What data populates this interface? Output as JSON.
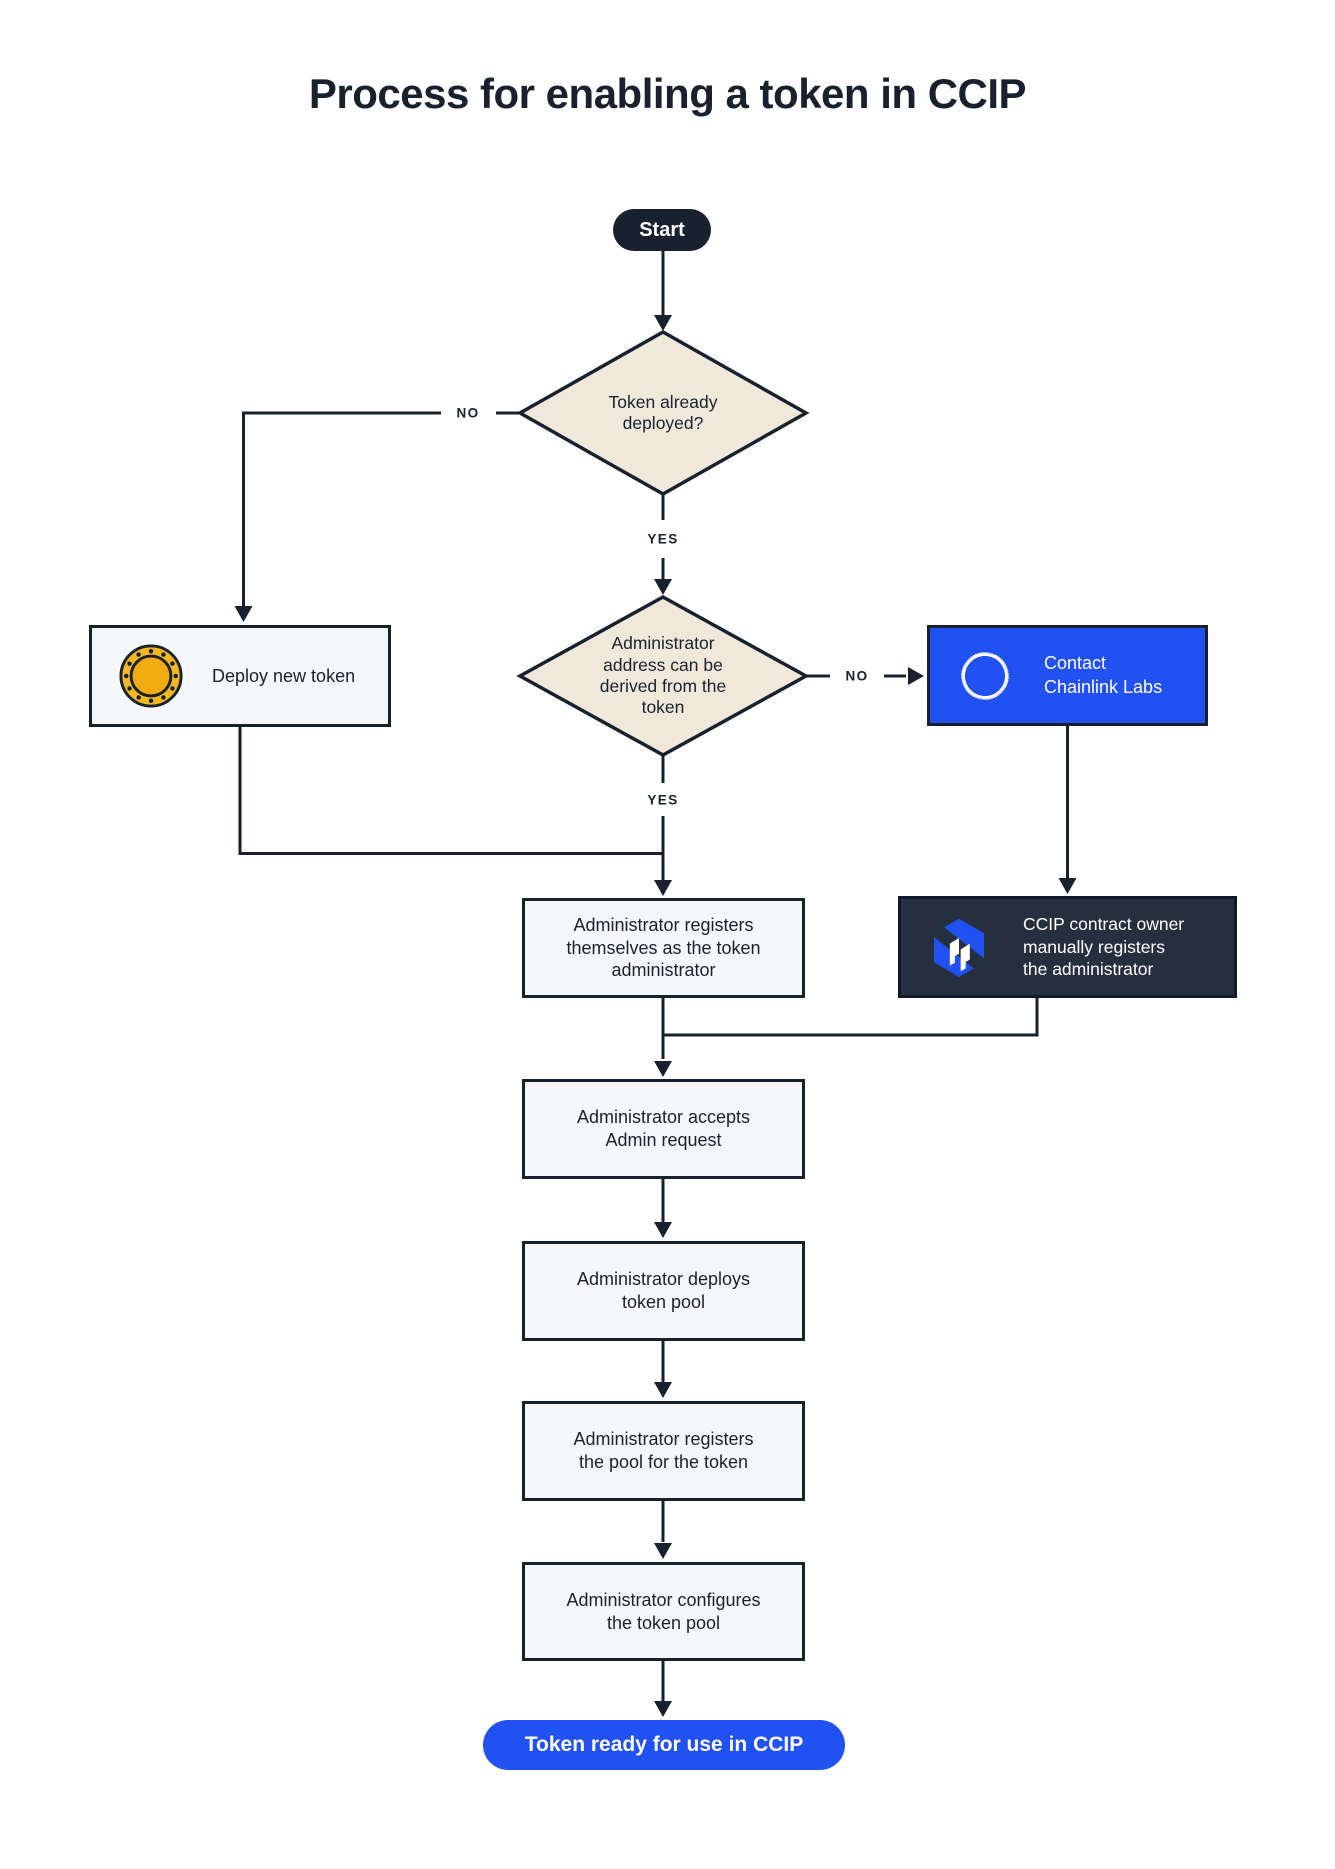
{
  "title": "Process for enabling a token in CCIP",
  "colors": {
    "ink": "#18222F",
    "accent-blue": "#2151F3",
    "beige": "#EFE8DB",
    "light-box": "#F5F7FB",
    "dark-box": "#262F3E",
    "coin-gold": "#F4B822",
    "coin-gold-inner": "#F3AC0F"
  },
  "nodes": {
    "start": {
      "label": "Start"
    },
    "token_deployed_decision": {
      "label": "Token already\ndeployed?"
    },
    "deploy_new_token": {
      "label": "Deploy new token",
      "icon": "coin-icon"
    },
    "admin_derivable_decision": {
      "label": "Administrator\naddress can be\nderived from the\ntoken"
    },
    "contact_chainlink": {
      "label": "Contact\nChainlink Labs",
      "icon": "chainlink-icon"
    },
    "admin_registers": {
      "label": "Administrator registers\nthemselves as the token\nadministrator"
    },
    "ccip_owner_registers": {
      "label": "CCIP contract owner\nmanually registers\nthe administrator",
      "icon": "ccip-icon"
    },
    "admin_accepts": {
      "label": "Administrator accepts\nAdmin request"
    },
    "admin_deploys_pool": {
      "label": "Administrator deploys\ntoken pool"
    },
    "admin_registers_pool": {
      "label": "Administrator registers\nthe pool for the token"
    },
    "admin_configures_pool": {
      "label": "Administrator configures\nthe token pool"
    },
    "token_ready": {
      "label": "Token ready for use in CCIP"
    }
  },
  "edge_labels": {
    "no1": "NO",
    "yes1": "YES",
    "no2": "NO",
    "yes2": "YES"
  }
}
